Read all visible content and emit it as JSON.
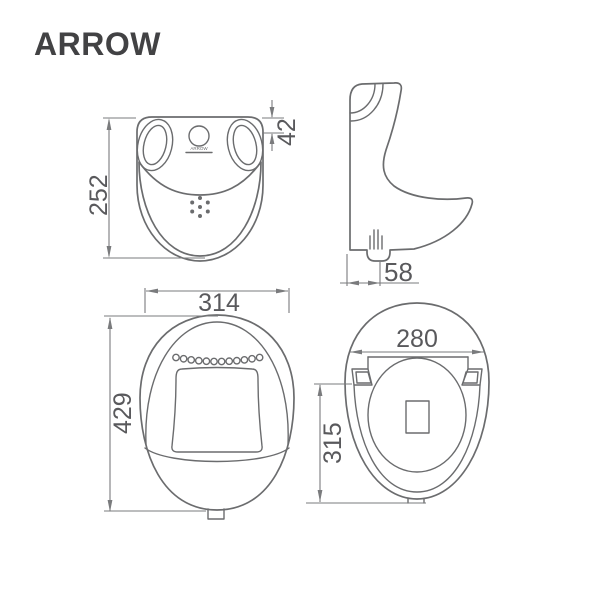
{
  "logo": {
    "text": "ARROW"
  },
  "colors": {
    "background": "#ffffff",
    "outline": "#6b6c6e",
    "dimension_line": "#7a7b7d",
    "dimension_text": "#59595c",
    "logo_text": "#424244"
  },
  "views": {
    "top": {
      "dim_height": "252",
      "dim_rim_offset": "42",
      "brand_mark": "ARROW"
    },
    "side": {
      "dim_outlet_offset": "58"
    },
    "front": {
      "dim_width": "314",
      "dim_height": "429"
    },
    "plan": {
      "dim_width": "280",
      "dim_depth": "315"
    }
  }
}
